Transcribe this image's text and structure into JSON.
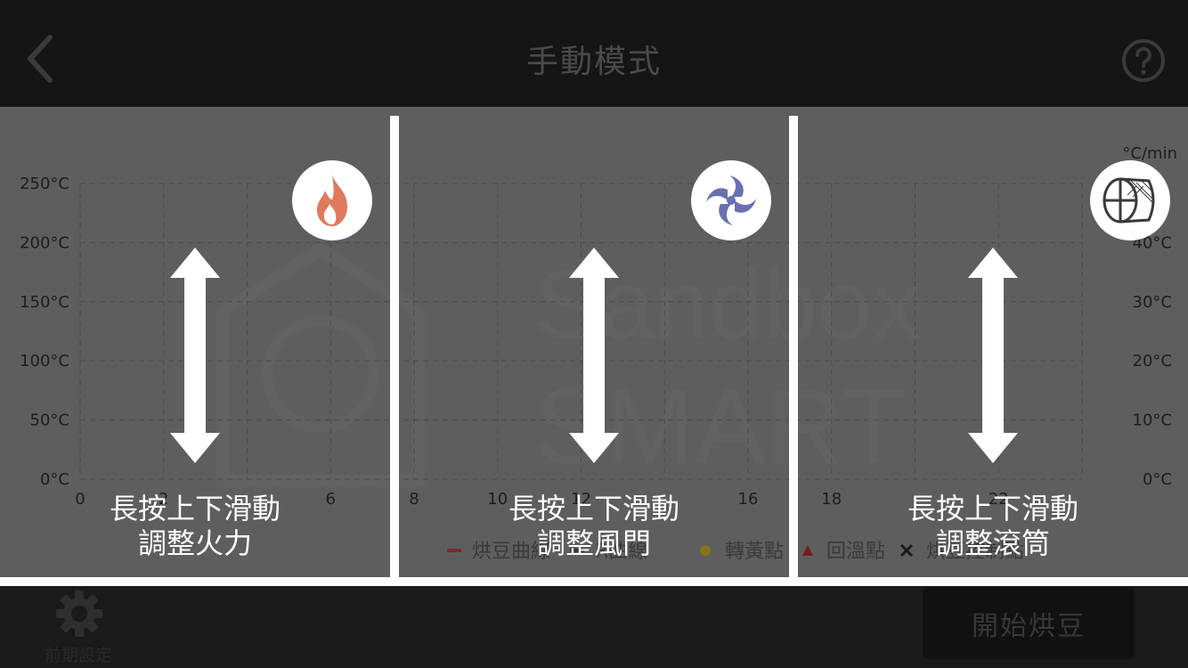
{
  "header": {
    "title": "手動模式",
    "back_icon": "chevron-left-icon",
    "help_icon": "help-circle-icon"
  },
  "chart_data": {
    "type": "line",
    "left_axis_ticks": [
      "250°C",
      "200°C",
      "150°C",
      "100°C",
      "50°C",
      "0°C"
    ],
    "right_axis_unit": "°C/min",
    "right_axis_ticks": [
      "40°C",
      "30°C",
      "20°C",
      "10°C",
      "0°C"
    ],
    "x_ticks": [
      "0",
      "2",
      "6",
      "8",
      "10",
      "12",
      "16",
      "18",
      "22"
    ],
    "ylim": [
      0,
      250
    ],
    "grid": true,
    "legend": [
      {
        "label": "烘豆曲線",
        "marker": "line",
        "color": "#7a2a2a"
      },
      {
        "label": "R曲線",
        "marker": "line",
        "color": "#3a3a3a"
      },
      {
        "label": "轉黃點",
        "marker": "dot",
        "color": "#8a7020"
      },
      {
        "label": "回溫點",
        "marker": "triangle",
        "color": "#7a1a1a"
      },
      {
        "label": "烘豆控制點",
        "marker": "cross",
        "color": "#1a1a1a"
      }
    ],
    "series": []
  },
  "overlay": {
    "panels": [
      {
        "icon": "flame-icon",
        "line1": "長按上下滑動",
        "line2": "調整火力",
        "icon_color": "#e07a5c"
      },
      {
        "icon": "fan-icon",
        "line1": "長按上下滑動",
        "line2": "調整風門",
        "icon_color": "#6a6fb0"
      },
      {
        "icon": "drum-icon",
        "line1": "長按上下滑動",
        "line2": "調整滾筒",
        "icon_color": "#4a4a4a"
      }
    ]
  },
  "footer": {
    "settings_label": "前期設定",
    "settings_icon": "gear-icon",
    "start_label": "開始烘豆"
  }
}
